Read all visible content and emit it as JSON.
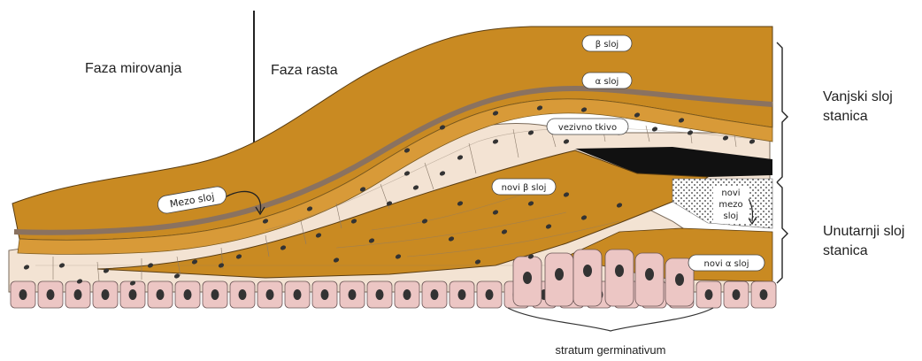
{
  "labels": {
    "rest_phase": "Faza mirovanja",
    "growth_phase": "Faza rasta",
    "beta_layer": "β sloj",
    "alpha_layer": "α  sloj",
    "connective_tissue": "vezivno tkivo",
    "new_beta_layer": "novi β sloj",
    "meso_layer": "Mezo sloj",
    "new_meso_1": "novi",
    "new_meso_2": "mezo",
    "new_meso_3": "sloj",
    "new_alpha_layer": "novi α sloj",
    "outer_layer_1": "Vanjski sloj",
    "outer_layer_2": "stanica",
    "inner_layer_1": "Unutarnji sloj",
    "inner_layer_2": "stanica",
    "stratum": "stratum  germinativum"
  },
  "colors": {
    "outer_brown": "#c98a22",
    "meso_band": "#8a7260",
    "cream": "#f3e3d3",
    "new_layer": "#c98a22",
    "basal_cell": "#ecc6c4",
    "nucleus": "#333333"
  }
}
